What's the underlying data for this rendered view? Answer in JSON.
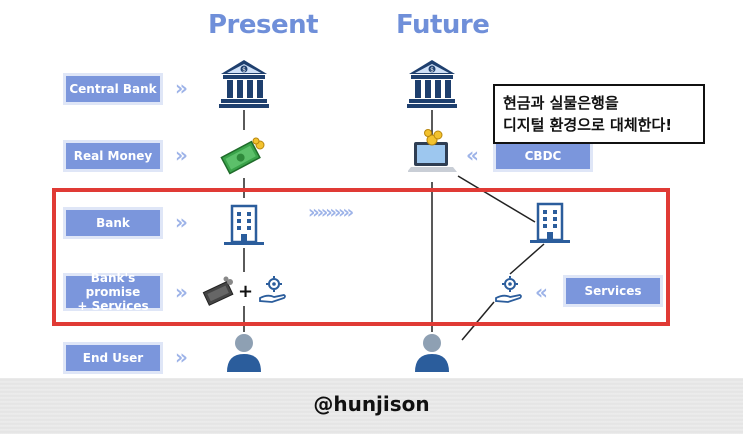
{
  "columns": {
    "present": "Present",
    "future": "Future"
  },
  "labels": {
    "central_bank": "Central Bank",
    "real_money": "Real Money",
    "bank": "Bank",
    "banks_promise_line1": "Bank's promise",
    "banks_promise_line2": "+ Services",
    "end_user": "End User",
    "cbdc": "CBDC",
    "services": "Services"
  },
  "callout": {
    "line1": "현금과 실물은행을",
    "line2": "디지털 환경으로 대체한다!"
  },
  "arrows": {
    "right": "»",
    "left": "«",
    "transition": "»»»»»"
  },
  "plus": "+",
  "footer": "@hunjison",
  "colors": {
    "accent": "#6f8fd9",
    "label_bg": "#7b96dc",
    "frame": "#e03a35",
    "icon_dark": "#1e3f6e"
  },
  "icons": [
    "bank-building-icon",
    "money-bills-icon",
    "office-building-icon",
    "promissory-note-icon",
    "service-gear-hand-icon",
    "user-avatar-icon",
    "laptop-coins-icon"
  ]
}
